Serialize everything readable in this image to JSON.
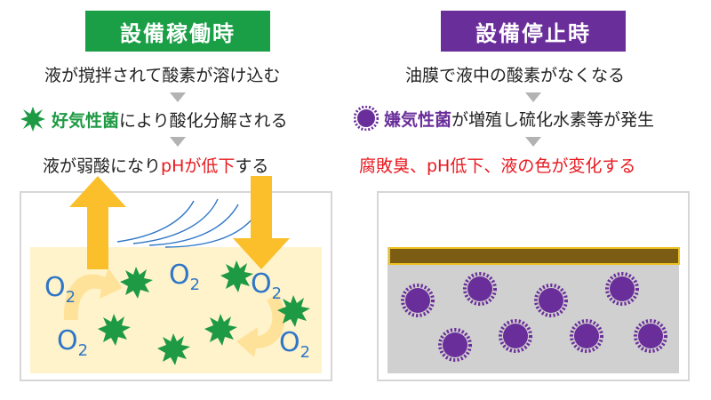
{
  "left": {
    "title": "設備稼働時",
    "title_color": "#1a9e46",
    "line1": "液が撹拌されて酸素が溶け込む",
    "line2_highlight": "好気性菌",
    "line2_rest": "により酸化分解される",
    "line3_prefix": "液が弱酸になり",
    "line3_highlight": "pHが低下",
    "line3_suffix": "する",
    "o2_label": "O",
    "o2_sub": "2"
  },
  "right": {
    "title": "設備停止時",
    "title_color": "#6a2e9a",
    "line1": "油膜で液中の酸素がなくなる",
    "line2_highlight": "嫌気性菌",
    "line2_rest": "が増殖し硫化水素等が発生",
    "line3": "腐敗臭、pH低下、液の色が変化する"
  },
  "colors": {
    "aerobic_bacteria": "#1f9a44",
    "anaerobic_bacteria": "#6a2e9a",
    "arrow": "#fbbf2c",
    "liquid": "#fff3cc",
    "oil_film": "#7a5c12",
    "stagnant_liquid": "#d0d0d0",
    "o2_text": "#2f76c6",
    "warning_text": "#e8191f"
  }
}
